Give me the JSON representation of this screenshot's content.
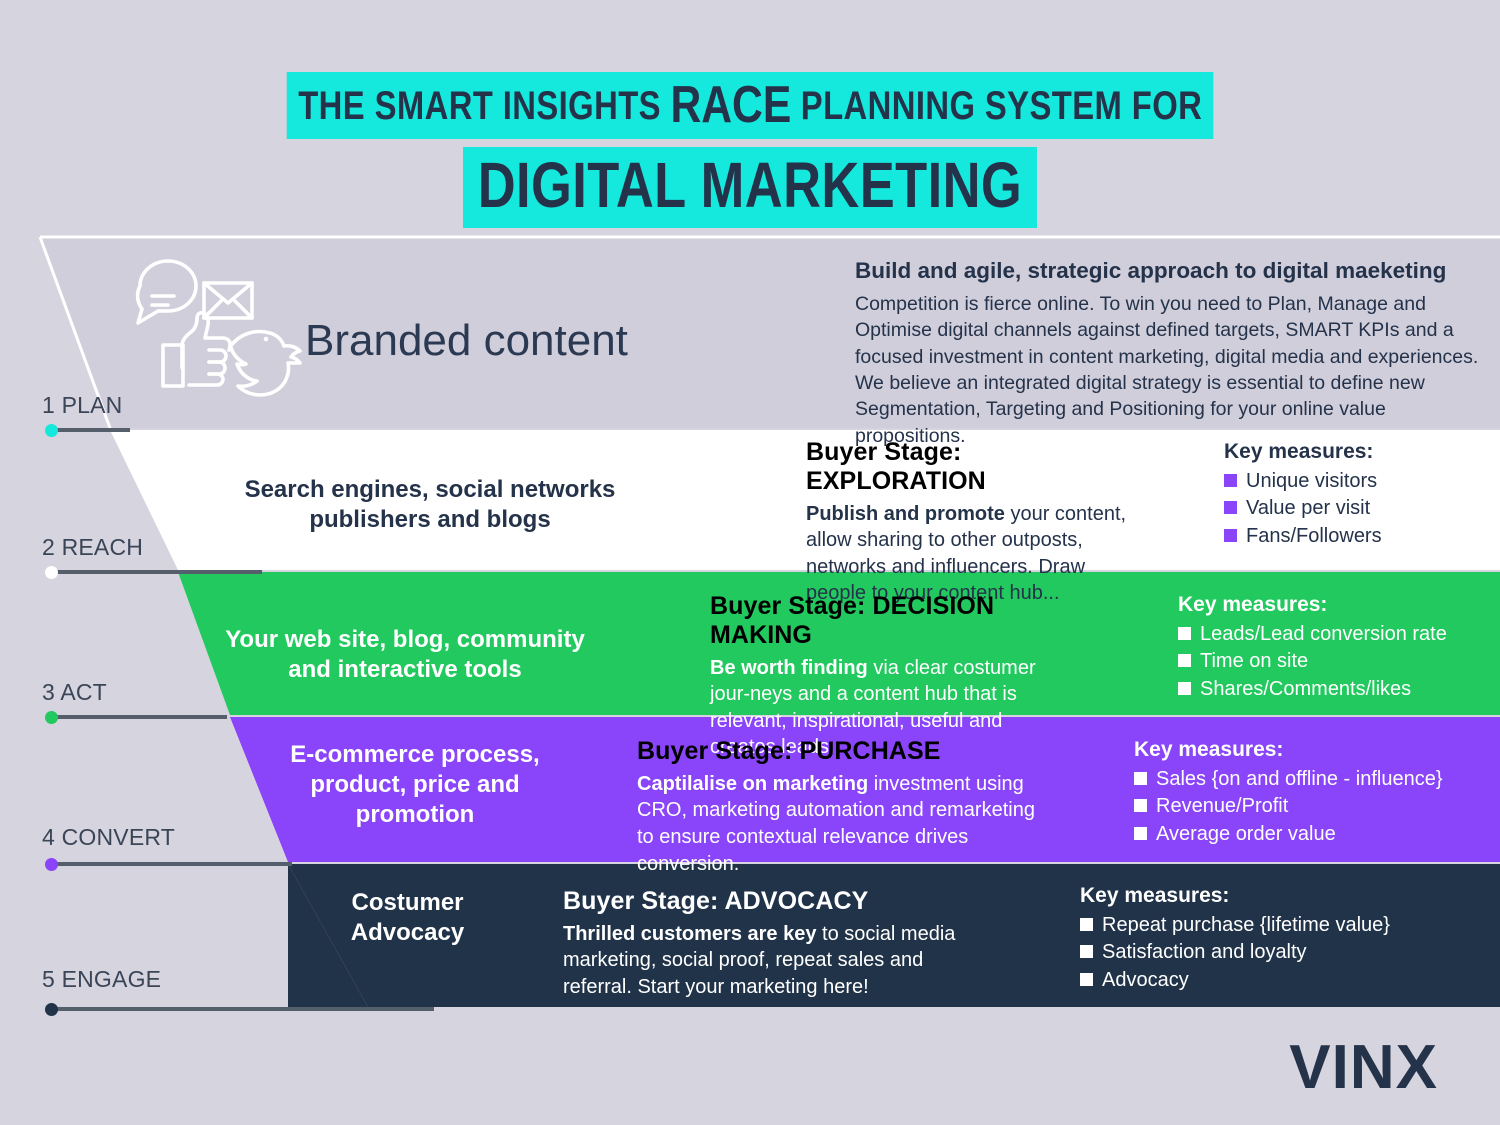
{
  "title": {
    "line1_pre": "THE SMART INSIGHTS ",
    "line1_race": "RACE",
    "line1_post": " PLANNING SYSTEM FOR",
    "line2": "DIGITAL MARKETING",
    "highlight_color": "#15e8dc"
  },
  "logo": "VINX",
  "colors": {
    "background": "#d6d4de",
    "plan": "#d0cedb",
    "reach": "#ffffff",
    "act": "#22c95e",
    "convert": "#8a45fa",
    "engage": "#213349",
    "cyan": "#15e8dc",
    "ink": "#24324a",
    "rule": "#545f6b"
  },
  "axis": [
    {
      "label": "1 PLAN",
      "dot_color": "#15e8dc",
      "rule_width": 78
    },
    {
      "label": "2 REACH",
      "dot_color": "#ffffff",
      "rule_width": 210
    },
    {
      "label": "3 ACT",
      "dot_color": "#22c95e",
      "rule_width": 175
    },
    {
      "label": "4 CONVERT",
      "dot_color": "#8a45fa",
      "rule_width": 240
    },
    {
      "label": "5 ENGAGE",
      "dot_color": "#213349",
      "rule_width": 382
    }
  ],
  "plan": {
    "branded_label": "Branded content",
    "icons": [
      "speech-bubble-icon",
      "envelope-icon",
      "thumbs-up-icon",
      "bird-icon"
    ],
    "intro_title": "Build and agile, strategic approach to digital maeketing",
    "intro_body": "Competition is fierce online. To win you need to Plan, Manage and Optimise digital channels against defined targets, SMART KPIs and a focused investment in content marketing, digital media and experiences. We believe an integrated digital strategy is essential  to define new Segmentation, Targeting and Positioning for your online value propositions."
  },
  "rows": [
    {
      "id": "reach",
      "left_head": "Search engines, social networks\npublishers and blogs",
      "stage_title": "Buyer Stage: EXPLORATION",
      "body_bold": "Publish and promote",
      "body_rest": " your content, allow sharing to other outposts, networks and influencers. Draw people to your content hub...",
      "km_title": "Key measures:",
      "km_items": [
        "Unique visitors",
        "Value per visit",
        "Fans/Followers"
      ],
      "bullet_color": "#8a45fa",
      "text_color": "#24324a",
      "title_color": "#000000"
    },
    {
      "id": "act",
      "left_head": "Your web site, blog, community\nand interactive tools",
      "stage_title": "Buyer Stage: DECISION MAKING",
      "body_bold": "Be worth finding",
      "body_rest": " via clear costumer jour-neys and a content hub that is relevant, inspirational, useful and creates leads.",
      "km_title": "Key measures:",
      "km_items": [
        "Leads/Lead conversion rate",
        "Time on site",
        "Shares/Comments/likes"
      ],
      "bullet_color": "#ffffff",
      "text_color": "#ffffff",
      "title_color": "#000000"
    },
    {
      "id": "convert",
      "left_head": "E-commerce process,\nproduct, price and\npromotion",
      "stage_title": "Buyer Stage: PURCHASE",
      "body_bold": "Captilalise on marketing",
      "body_rest": " investment using CRO, marketing automation and remarketing to ensure contextual relevance drives conversion.",
      "km_title": "Key measures:",
      "km_items": [
        "Sales {on and offline - influence}",
        "Revenue/Profit",
        "Average order value"
      ],
      "bullet_color": "#ffffff",
      "text_color": "#ffffff",
      "title_color": "#000000"
    },
    {
      "id": "engage",
      "left_head": "Costumer\nAdvocacy",
      "stage_title": "Buyer Stage: ADVOCACY",
      "body_bold": "Thrilled customers are key",
      "body_rest": " to social media marketing, social proof, repeat sales and referral. Start your marketing here!",
      "km_title": "Key measures:",
      "km_items": [
        "Repeat purchase {lifetime value}",
        "Satisfaction and loyalty",
        "Advocacy"
      ],
      "bullet_color": "#ffffff",
      "text_color": "#ffffff",
      "title_color": "#ffffff"
    }
  ]
}
